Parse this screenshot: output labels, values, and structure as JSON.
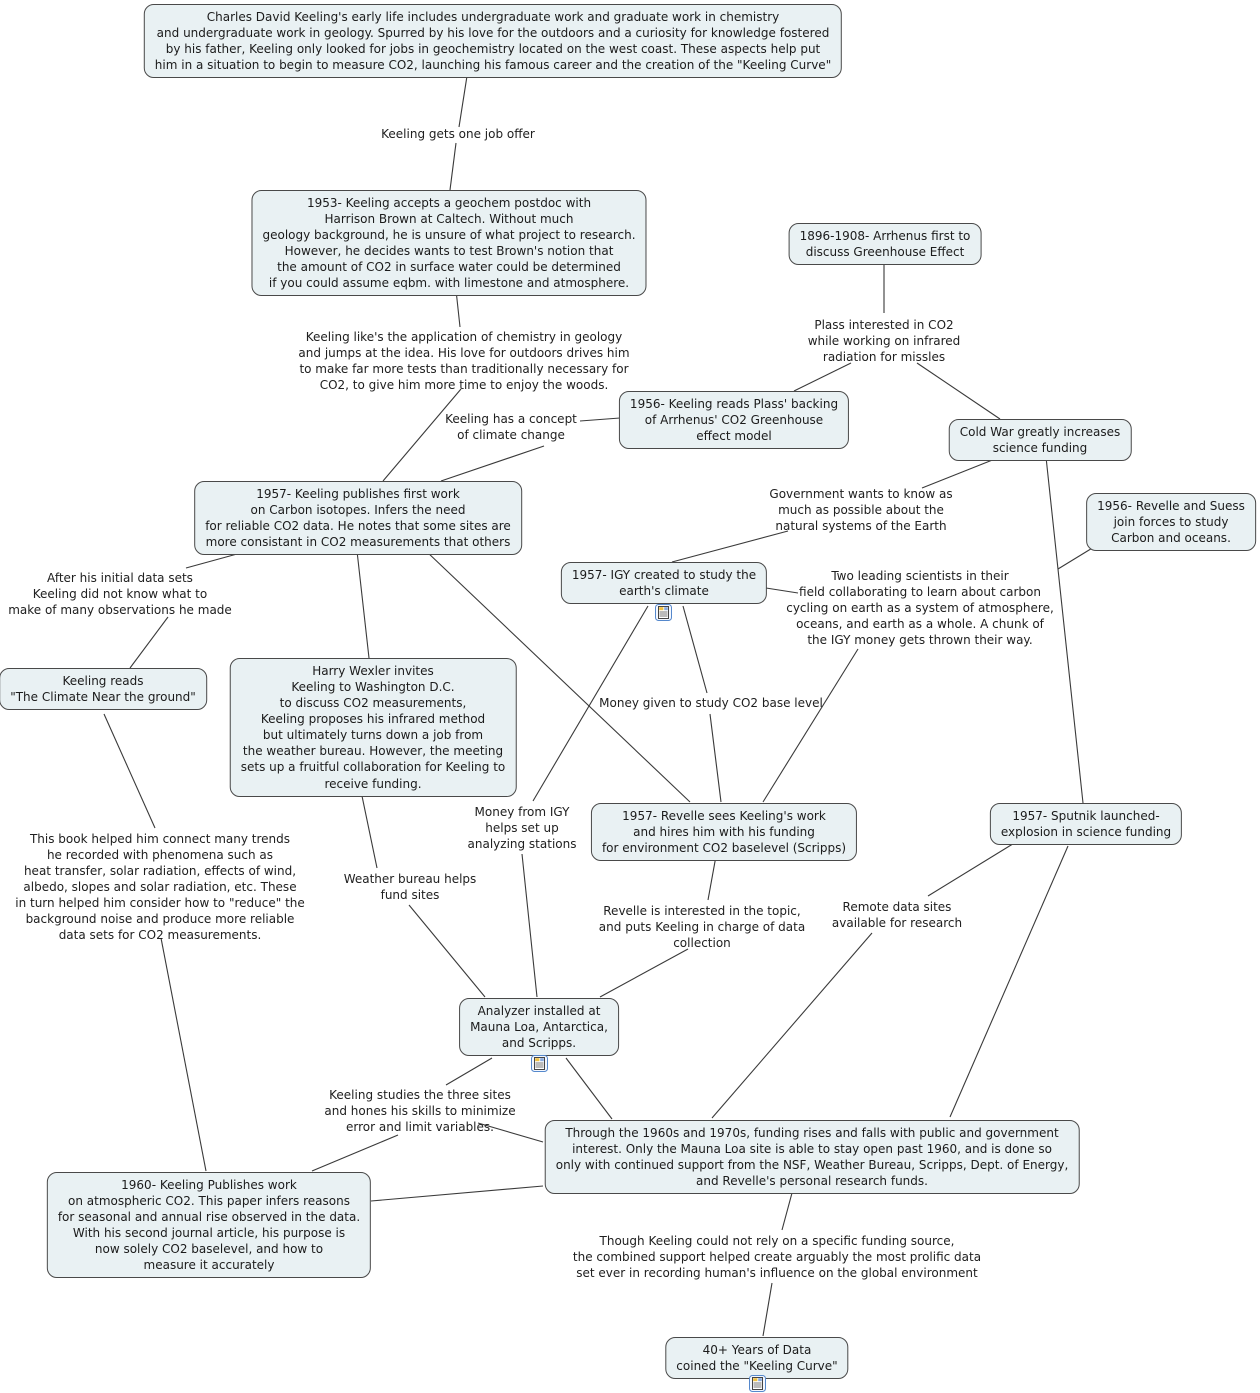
{
  "diagram_title": "Keeling Curve concept map",
  "colors": {
    "node_fill": "#e9f1f3",
    "node_border": "#494949",
    "line": "#3a3a3a",
    "icon_border": "#5588cc",
    "background": "#ffffff"
  },
  "icons": {
    "resource": "attached-resource-icon"
  },
  "nodes": {
    "early_life": {
      "text": "Charles David Keeling's early life includes undergraduate work and graduate work in chemistry\nand undergraduate work in geology. Spurred by his love for the outdoors and a curiosity for knowledge fostered\nby his father, Keeling only looked for jobs in geochemistry located on the west coast. These aspects help put\nhim in a situation to begin to measure CO2, launching his famous career and the creation of the \"Keeling Curve\""
    },
    "postdoc_1953": {
      "text": "1953- Keeling accepts a geochem postdoc with\nHarrison Brown at Caltech. Without much\ngeology background, he is unsure of what project to research.\nHowever, he decides wants to test Brown's notion that\nthe amount of CO2 in surface water could be determined\nif you could assume eqbm. with limestone and atmosphere."
    },
    "arrhenius": {
      "text": "1896-1908- Arrhenus first to\ndiscuss Greenhouse Effect"
    },
    "plass_reading": {
      "text": "1956- Keeling reads Plass' backing\nof Arrhenus' CO2 Greenhouse\neffect model"
    },
    "cold_war": {
      "text": "Cold War greatly increases\nscience funding"
    },
    "isotopes_1957": {
      "text": "1957- Keeling publishes first work\non Carbon isotopes. Infers the need\nfor reliable CO2 data. He notes that some sites are\nmore consistant in CO2 measurements that others"
    },
    "revelle_suess": {
      "text": "1956- Revelle and Suess\njoin forces to study\nCarbon and oceans."
    },
    "igy_1957": {
      "text": "1957- IGY created to study the\nearth's climate"
    },
    "climate_book": {
      "text": "Keeling reads\n\"The Climate Near the ground\""
    },
    "wexler": {
      "text": "Harry Wexler invites\nKeeling to Washington D.C.\nto discuss CO2 measurements,\nKeeling proposes his infrared method\nbut ultimately turns down a job from\nthe weather bureau. However, the meeting\nsets up a fruitful collaboration for Keeling to\nreceive funding."
    },
    "revelle_hires": {
      "text": "1957- Revelle sees Keeling's work\nand hires him with his funding\nfor environment CO2 baselevel (Scripps)"
    },
    "sputnik": {
      "text": "1957- Sputnik launched-\nexplosion in science funding"
    },
    "analyzer": {
      "text": "Analyzer installed at\nMauna Loa, Antarctica,\nand Scripps."
    },
    "funding_6070s": {
      "text": "Through the 1960s and 1970s, funding rises and falls with public and government\ninterest. Only the Mauna Loa site is able to stay open past 1960, and is done so\nonly with continued support from the NSF, Weather Bureau, Scripps, Dept. of Energy,\nand Revelle's personal research funds."
    },
    "publishes_1960": {
      "text": "1960- Keeling Publishes work\non atmospheric CO2. This paper infers reasons\nfor seasonal and annual rise observed in the data.\nWith his second journal article, his purpose is\nnow solely CO2 baselevel, and how to\nmeasure it accurately"
    },
    "forty_years": {
      "text": "40+ Years of Data\ncoined the \"Keeling Curve\""
    }
  },
  "labels": {
    "job_offer": {
      "text": "Keeling gets one job offer"
    },
    "likes_application": {
      "text": "Keeling like's the application of chemistry in geology\nand jumps at the idea. His love for outdoors drives him\nto make far more tests than traditionally necessary for\nCO2, to give him more time to enjoy the woods."
    },
    "plass_interested": {
      "text": "Plass interested in CO2\nwhile working on infrared\nradiation for missles"
    },
    "concept_climate": {
      "text": "Keeling has a concept\nof climate change"
    },
    "gov_wants": {
      "text": "Government wants to know as\nmuch as possible about the\nnatural systems of the Earth"
    },
    "after_initial": {
      "text": "After his initial data sets\nKeeling did not know what to\nmake of many observations he made"
    },
    "two_scientists": {
      "text": "Two leading scientists in their\nfield collaborating to learn about carbon\ncycling on earth as a system of atmosphere,\noceans, and earth as a whole. A chunk of\nthe IGY money gets thrown their way."
    },
    "money_given": {
      "text": "Money given to study CO2 base level"
    },
    "money_igy": {
      "text": "Money from IGY\nhelps set up\nanalyzing stations"
    },
    "book_helped": {
      "text": "This book helped him connect many trends\nhe recorded with phenomena such as\nheat transfer, solar radiation, effects of wind,\nalbedo, slopes and solar radiation, etc. These\nin turn helped him consider how to \"reduce\" the\nbackground noise and produce more reliable\ndata sets for CO2 measurements."
    },
    "weather_bureau": {
      "text": "Weather bureau helps\nfund sites"
    },
    "revelle_interested": {
      "text": "Revelle is interested in the topic,\nand puts Keeling in charge of data\ncollection"
    },
    "remote_data": {
      "text": "Remote data sites\navailable for research"
    },
    "keeling_studies": {
      "text": "Keeling studies the three sites\nand hones his skills to minimize\nerror and limit variables."
    },
    "though_keeling": {
      "text": "Though Keeling could not rely on a specific funding source,\nthe combined support helped create arguably the most prolific data\nset ever in recording human's influence on the global environment"
    }
  }
}
